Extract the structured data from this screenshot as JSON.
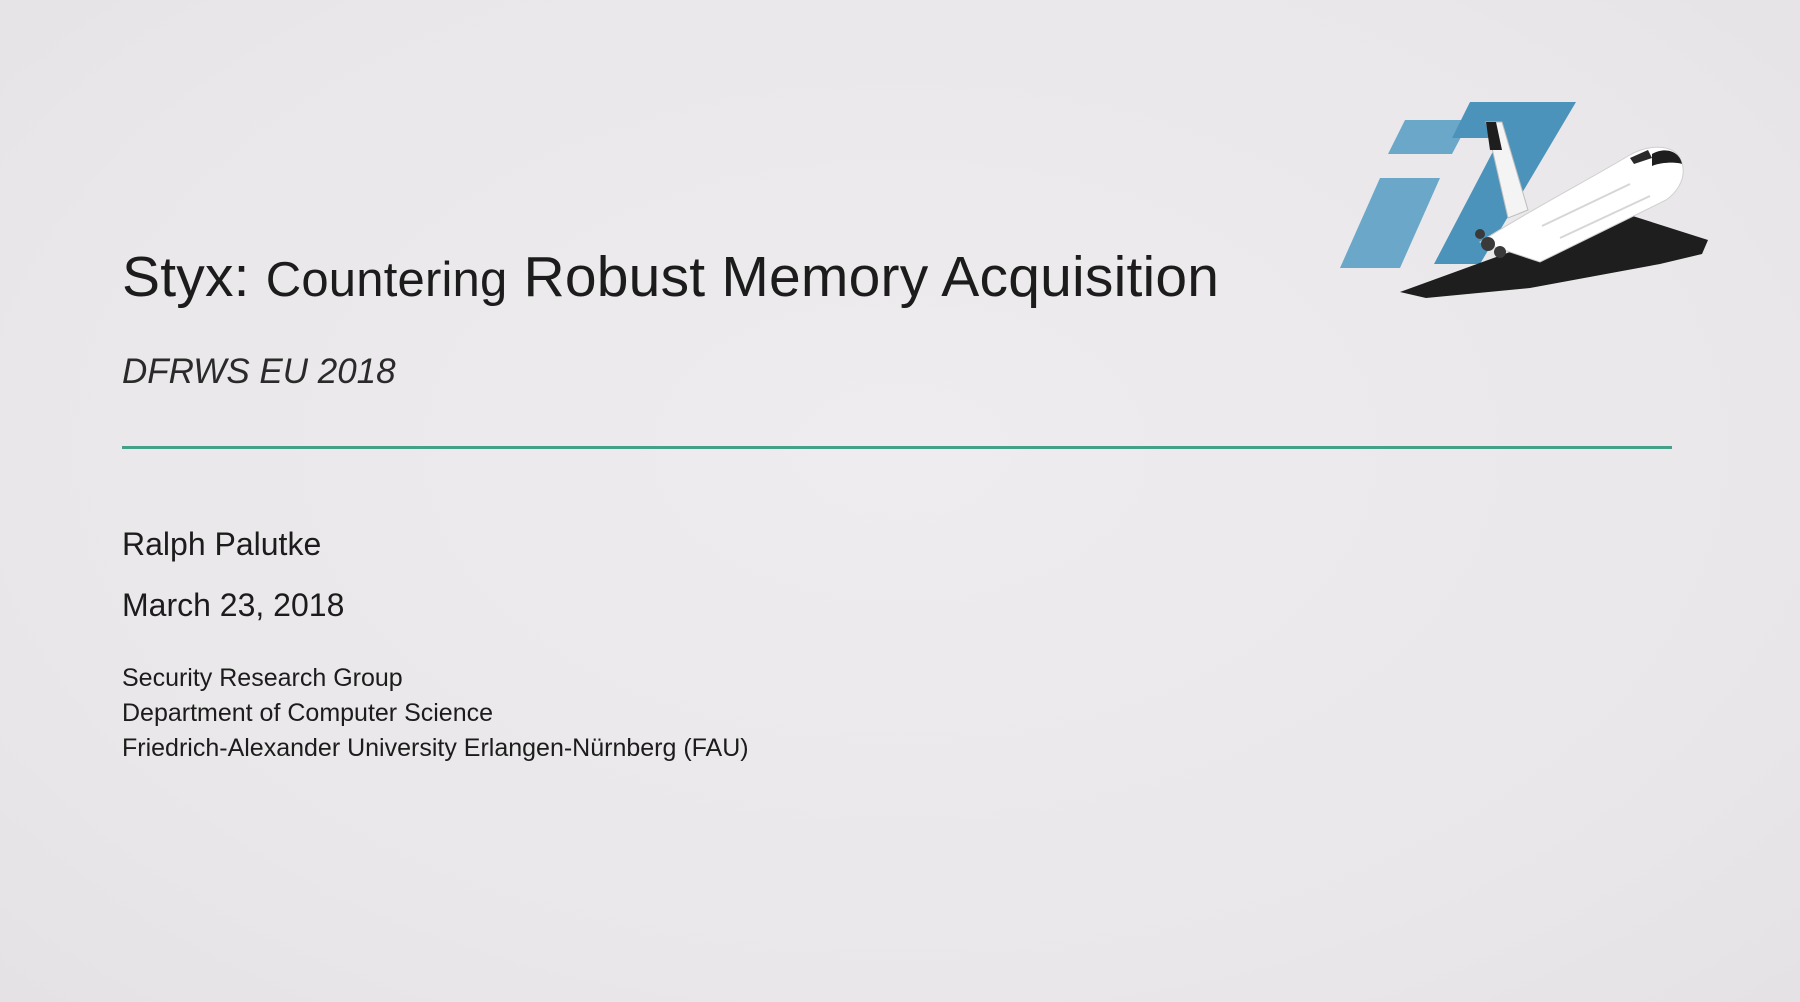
{
  "slide": {
    "title_prefix": "Styx:",
    "title_small": "Countering",
    "title_main": "Robust Memory Acquisition",
    "subtitle": "DFRWS EU 2018",
    "author": "Ralph Palutke",
    "date": "March 23, 2018",
    "affiliation": [
      "Security Research Group",
      "Department of Computer Science",
      "Friedrich-Alexander University Erlangen-Nürnberg (FAU)"
    ]
  },
  "logo": {
    "icon": "space-shuttle-logo-icon",
    "colors": {
      "blue_light": "#6aa7c9",
      "blue_mid": "#4c93bb",
      "shuttle_white": "#ffffff",
      "shuttle_black": "#1e1e1e"
    }
  },
  "colors": {
    "background": "#ebe9eb",
    "text": "#1c1c1c",
    "rule": "#44a088"
  }
}
